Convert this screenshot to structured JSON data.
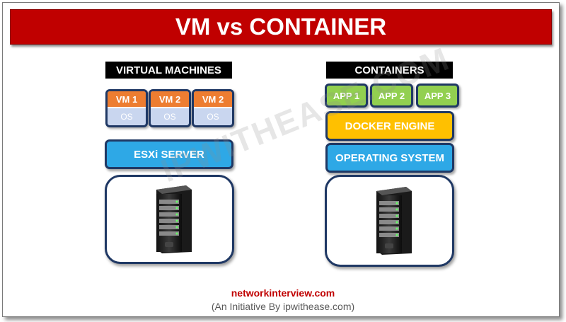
{
  "title": "VM vs CONTAINER",
  "left": {
    "label": "VIRTUAL MACHINES",
    "vms": [
      {
        "name": "VM 1",
        "os": "OS"
      },
      {
        "name": "VM 2",
        "os": "OS"
      },
      {
        "name": "VM 2",
        "os": "OS"
      }
    ],
    "hypervisor": "ESXi SERVER"
  },
  "right": {
    "label": "CONTAINERS",
    "apps": [
      "APP 1",
      "APP 2",
      "APP 3"
    ],
    "engine": "DOCKER ENGINE",
    "os": "OPERATING SYSTEM"
  },
  "watermark": "IPWITHEASE.COM",
  "footer": {
    "site": "networkinterview.com",
    "subtitle": "(An Initiative By ipwithease.com)"
  },
  "colors": {
    "title_bg": "#c00000",
    "vm_top": "#ed7d31",
    "vm_os": "#c9d6ef",
    "blue": "#2ea8e6",
    "app": "#92d050",
    "docker": "#ffc000",
    "border": "#1f3864"
  },
  "icons": [
    "server-tower-icon",
    "server-tower-icon"
  ]
}
